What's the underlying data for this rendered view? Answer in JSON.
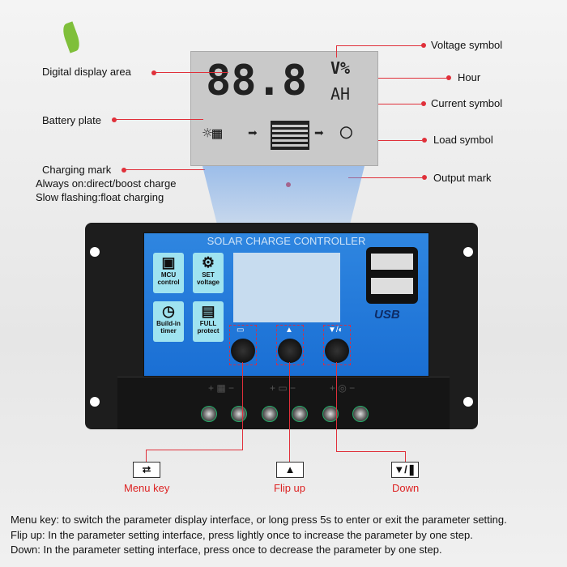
{
  "lcd": {
    "digits": "88.8",
    "unit_top": "V%",
    "unit_bottom": "AH"
  },
  "callouts": {
    "digital_display": "Digital display area",
    "battery_plate": "Battery plate",
    "charging_mark": "Charging mark",
    "charging_note_1": "Always on:direct/boost charge",
    "charging_note_2": "Slow flashing:float charging",
    "voltage_symbol": "Voltage symbol",
    "hour": "Hour",
    "current_symbol": "Current symbol",
    "load_symbol": "Load symbol",
    "output_mark": "Output mark"
  },
  "device": {
    "title": "SOLAR CHARGE CONTROLLER",
    "tiles": [
      {
        "l1": "MCU",
        "l2": "control"
      },
      {
        "l1": "SET",
        "l2": "voltage"
      },
      {
        "l1": "Build-in",
        "l2": "timer"
      },
      {
        "l1": "FULL",
        "l2": "protect"
      }
    ],
    "usb": "USB"
  },
  "keys": [
    {
      "label": "Menu key",
      "icon": "menu-cycle-icon"
    },
    {
      "label": "Flip up",
      "icon": "triangle-up-icon"
    },
    {
      "label": "Down",
      "icon": "triangle-down-bulb-icon"
    }
  ],
  "descriptions": [
    "Menu key: to switch the parameter display interface, or long press 5s to enter or exit the parameter setting.",
    "Flip up: In the parameter setting interface, press lightly once to increase the parameter by one step.",
    "Down: In the parameter setting interface, press once to decrease the parameter by one step."
  ],
  "colors": {
    "accent": "#e0303a",
    "panel": "#1a6fd4"
  }
}
